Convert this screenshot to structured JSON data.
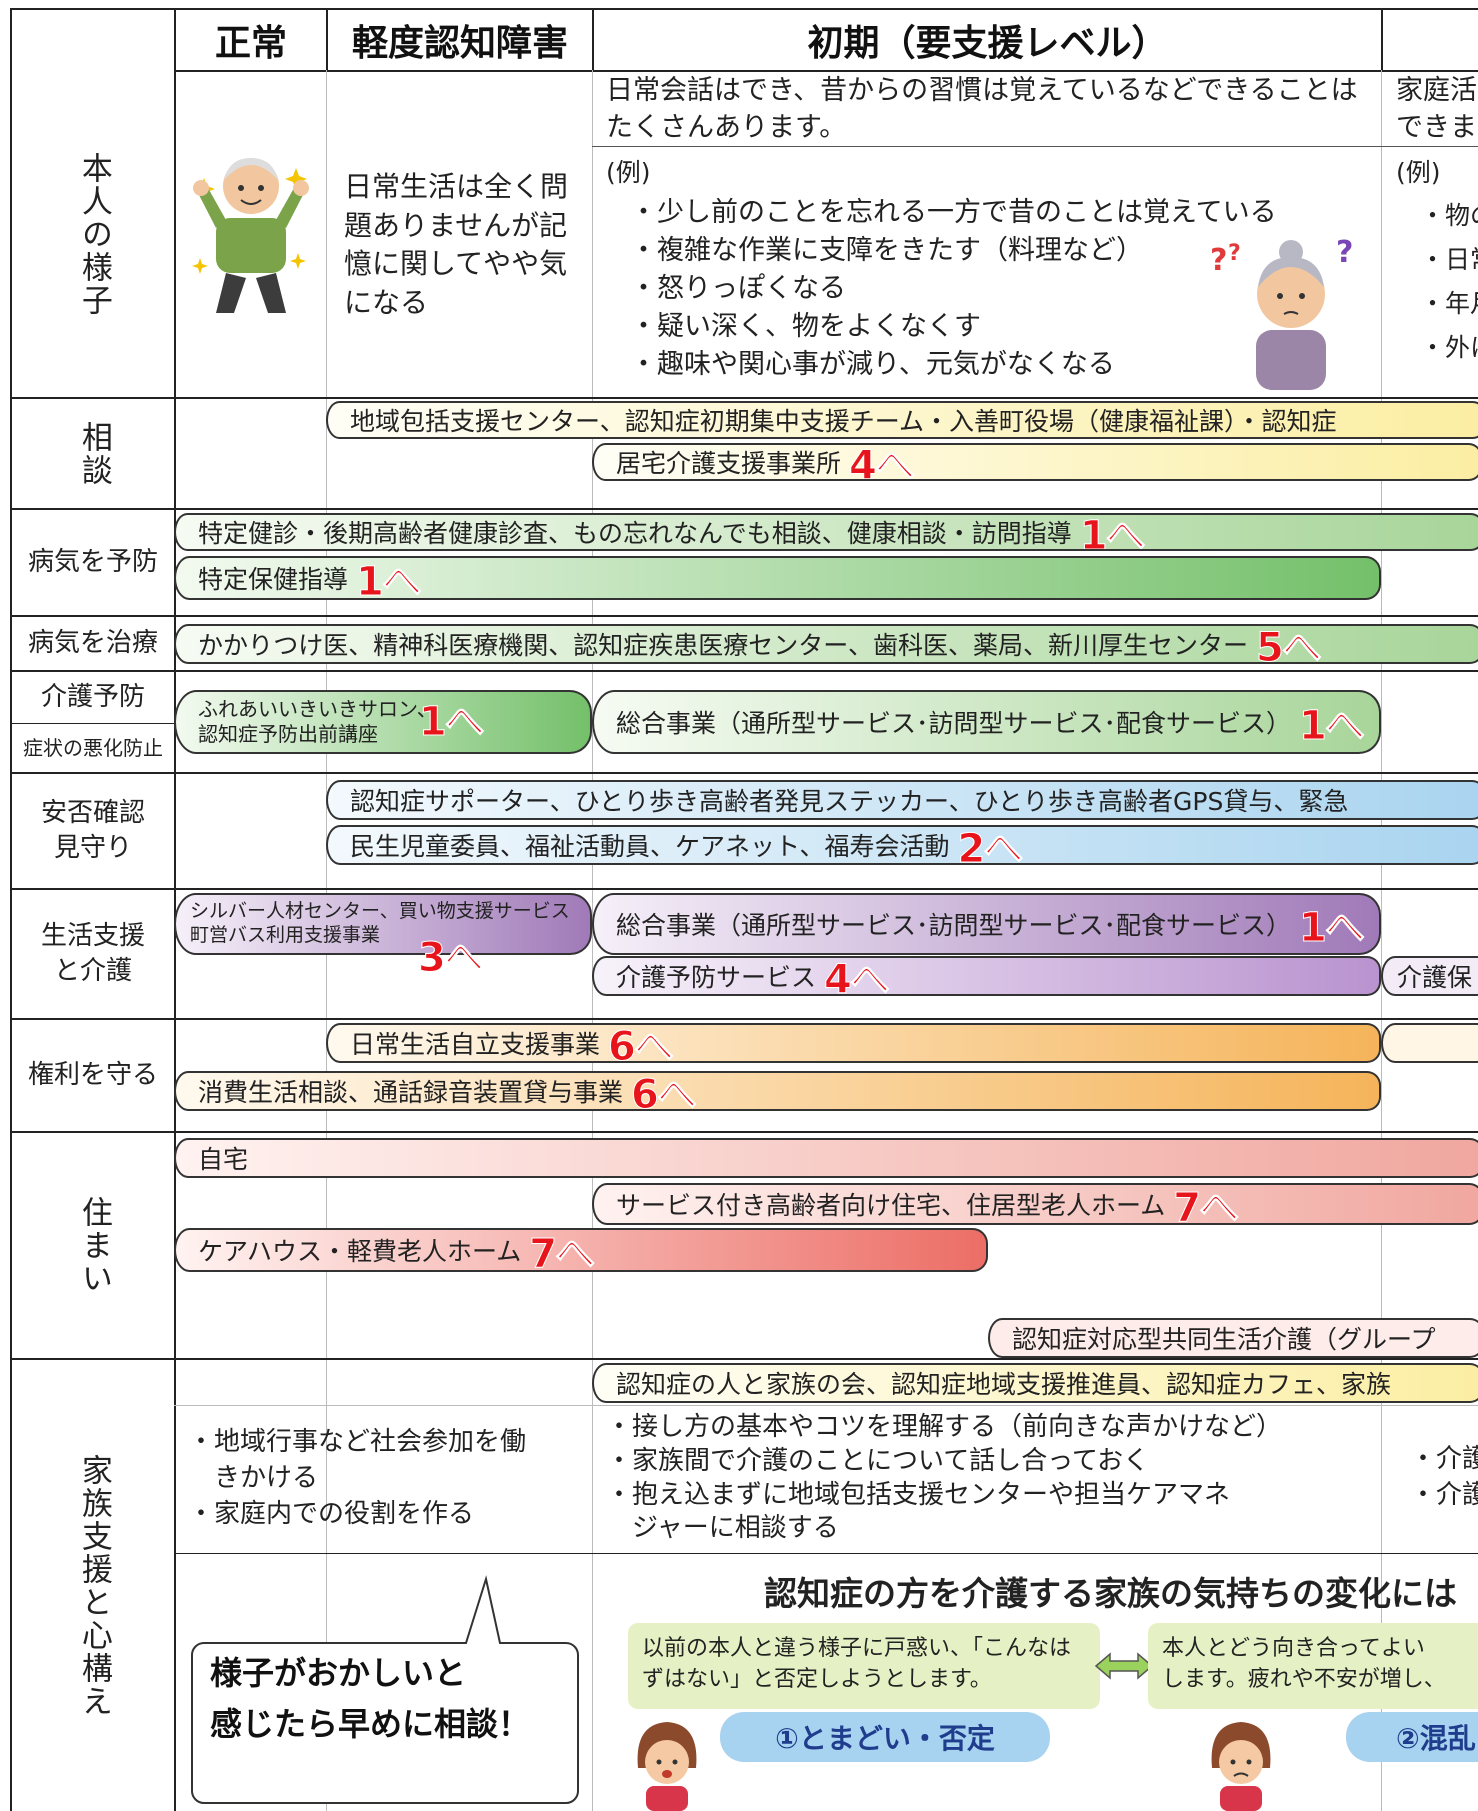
{
  "headers": {
    "normal": "正常",
    "mci": "軽度認知障害",
    "early": "初期（要支援レベル）"
  },
  "rows": {
    "person": "本人の様子",
    "consult": "相談",
    "prevent": "病気を予防",
    "treat": "病気を治療",
    "care_prevent": "介護予防",
    "symptom": "症状の悪化防止",
    "watch1": "安否確認",
    "watch2": "見守り",
    "life1": "生活支援",
    "life2": "と介護",
    "rights": "権利を守る",
    "home": "住まい",
    "family": "家族支援と心構え"
  },
  "person": {
    "mci_text": "日常生活は全く問題ありませんが記憶に関してやや気になる",
    "early_summary": "日常会話はでき、昔からの習慣は覚えているなどできることはたくさんあります。",
    "next_summary": "家庭活\nできま",
    "example": "(例)",
    "early_examples": [
      "・少し前のことを忘れる一方で昔のことは覚えている",
      "・複雑な作業に支障をきたす（料理など）",
      "・怒りっぽくなる",
      "・疑い深く、物をよくなくす",
      "・趣味や関心事が減り、元気がなくなる"
    ],
    "next_examples": [
      "・物の",
      "・日常",
      "・年月",
      "・外に"
    ]
  },
  "bars": {
    "consult1": "地域包括支援センター、認知症初期集中支援チーム・入善町役場（健康福祉課）・認知症",
    "consult2": "居宅介護支援事業所",
    "consult2_num": "4へ",
    "prevent1": "特定健診・後期高齢者健康診査、もの忘れなんでも相談、健康相談・訪問指導",
    "prevent1_num": "1へ",
    "prevent2": "特定保健指導",
    "prevent2_num": "1へ",
    "treat": "かかりつけ医、精神科医療機関、認知症疾患医療センター、歯科医、薬局、新川厚生センター",
    "treat_num": "5へ",
    "care1": "ふれあいいきいきサロン、\n認知症予防出前講座",
    "care1_num": "1へ",
    "care2": "総合事業（通所型サービス･訪問型サービス･配食サービス）",
    "care2_num": "1へ",
    "watch1": "認知症サポーター、ひとり歩き高齢者発見ステッカー、ひとり歩き高齢者GPS貸与、緊急",
    "watch2": "民生児童委員、福祉活動員、ケアネット、福寿会活動",
    "watch2_num": "2へ",
    "life1": "シルバー人材センター、買い物支援サービス\n町営バス利用支援事業",
    "life1_num": "3へ",
    "life2": "総合事業（通所型サービス･訪問型サービス･配食サービス）",
    "life2_num": "1へ",
    "life3": "介護予防サービス",
    "life3_num": "4へ",
    "life4": "介護保",
    "rights1": "日常生活自立支援事業",
    "rights1_num": "6へ",
    "rights2": "消費生活相談、通話録音装置貸与事業",
    "rights2_num": "6へ",
    "home1": "自宅",
    "home2": "サービス付き高齢者向け住宅、住居型老人ホーム",
    "home2_num": "7へ",
    "home3": "ケアハウス・軽費老人ホーム",
    "home3_num": "7へ",
    "home4": "認知症対応型共同生活介護（グループ",
    "family1": "認知症の人と家族の会、認知症地域支援推進員、認知症カフェ、家族"
  },
  "family": {
    "normal_text": "・地域行事など社会参加を働\n　きかける\n・家庭内での役割を作る",
    "early_text": "・接し方の基本やコツを理解する（前向きな声かけなど）\n・家族間で介護のことについて話し合っておく\n・抱え込まずに地域包括支援センターや担当ケアマネ\n　ジャーに相談する",
    "next_text": "・介護\n・介護",
    "callout": "様子がおかしいと\n感じたら早めに相談！",
    "feelings_title": "認知症の方を介護する家族の気持ちの変化には",
    "stage1_text": "以前の本人と違う様子に戸惑い、「こんなはずはない」と否定しようとします。",
    "stage1_label": "①とまどい・否定",
    "stage2_text": "本人とどう向き合ってよい\nします。疲れや不安が増し、",
    "stage2_label": "②混乱"
  }
}
